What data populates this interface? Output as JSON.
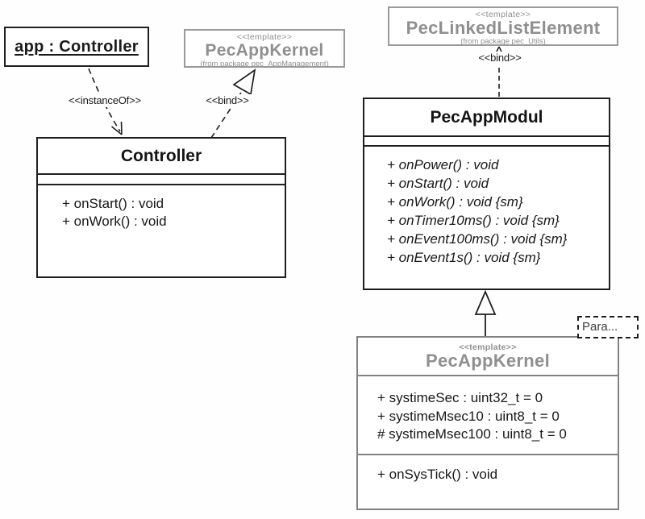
{
  "colors": {
    "template_gray_text": "#8f8f8f",
    "template_gray_border": "#9a9a9a",
    "class_border_black": "#1f1f1f",
    "background": "#fefefe"
  },
  "object_box": {
    "label": "app : Controller"
  },
  "template_kernel_top": {
    "stereotype": "<<template>>",
    "name": "PecAppKernel",
    "package": "(from package pec_AppManagement)"
  },
  "template_linked_list": {
    "stereotype": "<<template>>",
    "name": "PecLinkedListElement",
    "package": "(from package pec_Utils)"
  },
  "class_pec_app_modul": {
    "name": "PecAppModul",
    "operations": [
      "+ onPower() : void",
      "+ onStart() : void",
      "+ onWork() : void {sm}",
      "+ onTimer10ms() : void {sm}",
      "+ onEvent100ms() : void {sm}",
      "+ onEvent1s() : void {sm}"
    ]
  },
  "class_controller": {
    "name": "Controller",
    "operations": [
      "+ onStart() : void",
      "+ onWork() : void"
    ]
  },
  "class_pec_app_kernel": {
    "stereotype": "<<template>>",
    "name": "PecAppKernel",
    "attributes": [
      "+ systimeSec : uint32_t = 0",
      "+ systimeMsec10 : uint8_t = 0",
      "# systimeMsec100 : uint8_t = 0"
    ],
    "operations": [
      "+ onSysTick() : void"
    ]
  },
  "template_param_box": {
    "label": "Para..."
  },
  "relations": {
    "instance_of_label": "<<instanceOf>>",
    "bind_left_label": "<<bind>>",
    "bind_right_label": "<<bind>>"
  }
}
